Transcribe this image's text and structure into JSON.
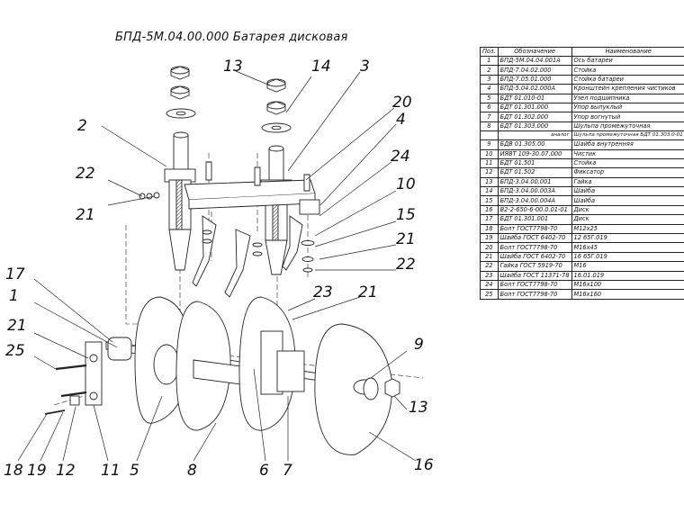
{
  "title": "БПД-5М.04.00.000 Батарея дисковая",
  "callouts": [
    {
      "id": "c13a",
      "text": "13"
    },
    {
      "id": "c14",
      "text": "14"
    },
    {
      "id": "c3",
      "text": "3"
    },
    {
      "id": "c20",
      "text": "20"
    },
    {
      "id": "c2",
      "text": "2"
    },
    {
      "id": "c4",
      "text": "4"
    },
    {
      "id": "c22a",
      "text": "22"
    },
    {
      "id": "c24",
      "text": "24"
    },
    {
      "id": "c10",
      "text": "10"
    },
    {
      "id": "c21a",
      "text": "21"
    },
    {
      "id": "c15",
      "text": "15"
    },
    {
      "id": "c21b",
      "text": "21"
    },
    {
      "id": "c22b",
      "text": "22"
    },
    {
      "id": "c17",
      "text": "17"
    },
    {
      "id": "c1",
      "text": "1"
    },
    {
      "id": "c23",
      "text": "23"
    },
    {
      "id": "c21c",
      "text": "21"
    },
    {
      "id": "c21d",
      "text": "21"
    },
    {
      "id": "c25",
      "text": "25"
    },
    {
      "id": "c9",
      "text": "9"
    },
    {
      "id": "c13b",
      "text": "13"
    },
    {
      "id": "c16",
      "text": "16"
    },
    {
      "id": "c18",
      "text": "18"
    },
    {
      "id": "c19",
      "text": "19"
    },
    {
      "id": "c12",
      "text": "12"
    },
    {
      "id": "c11",
      "text": "11"
    },
    {
      "id": "c5",
      "text": "5"
    },
    {
      "id": "c8",
      "text": "8"
    },
    {
      "id": "c6",
      "text": "6"
    },
    {
      "id": "c7",
      "text": "7"
    }
  ],
  "spec_table": {
    "headers": {
      "pos": "Поз.",
      "designation": "Обозначение",
      "name": "Наименование"
    },
    "rows": [
      {
        "pos": "1",
        "designation": "БПД-5М.04.04.001А",
        "name": "Ось батареи"
      },
      {
        "pos": "2",
        "designation": "БПД-7.04.02.000",
        "name": "Стойка"
      },
      {
        "pos": "3",
        "designation": "БПД-7.05.01.000",
        "name": "Стойка батареи"
      },
      {
        "pos": "4",
        "designation": "БПД-5.04.02.000А",
        "name": "Кронштейн крепления чистиков"
      },
      {
        "pos": "5",
        "designation": "БДТ 01.010-01",
        "name": "Узел подшипника"
      },
      {
        "pos": "6",
        "designation": "БДТ 01.301.000",
        "name": "Упор выпуклый"
      },
      {
        "pos": "7",
        "designation": "БДТ 01.302.000",
        "name": "Упор вогнутый"
      },
      {
        "pos": "8",
        "designation": "БДТ 01.303.000",
        "name": "Шульпа промежуточная"
      },
      {
        "pos": "",
        "designation": "аналог",
        "name": "Шульпа промежуточная БДТ 01.303.0-01",
        "sub": true
      },
      {
        "pos": "9",
        "designation": "БДВ 01.305.00",
        "name": "Шайба внутренняя"
      },
      {
        "pos": "10",
        "designation": "ИЯВТ 109-30.07.000",
        "name": "Чистик"
      },
      {
        "pos": "11",
        "designation": "БДТ 01.501",
        "name": "Стойка"
      },
      {
        "pos": "12",
        "designation": "БДТ 01.502",
        "name": "Фиксатор"
      },
      {
        "pos": "13",
        "designation": "БПД-3.04.00.001",
        "name": "Гайка"
      },
      {
        "pos": "14",
        "designation": "БПД-3.04.00.003А",
        "name": "Шайба"
      },
      {
        "pos": "15",
        "designation": "БПД-3.04.00.004А",
        "name": "Шайба"
      },
      {
        "pos": "16",
        "designation": "В2-2-650-6-00.0.01-01",
        "name": "Диск"
      },
      {
        "pos": "17",
        "designation": "БДТ 01.301.001",
        "name": "Диск"
      },
      {
        "pos": "18",
        "designation": "Болт ГОСТ7798-70",
        "name": "М12х25"
      },
      {
        "pos": "19",
        "designation": "Шайба ГОСТ 6402-70",
        "name": "12 65Г.019"
      },
      {
        "pos": "20",
        "designation": "Болт ГОСТ7798-70",
        "name": "М16х45"
      },
      {
        "pos": "21",
        "designation": "Шайба ГОСТ 6402-70",
        "name": "16 65Г.019"
      },
      {
        "pos": "22",
        "designation": "Гайка ГОСТ 5919-70",
        "name": "М16"
      },
      {
        "pos": "23",
        "designation": "Шайба ГОСТ 11371-78",
        "name": "16.01.019"
      },
      {
        "pos": "24",
        "designation": "Болт ГОСТ7798-70",
        "name": "М16х100"
      },
      {
        "pos": "25",
        "designation": "Болт ГОСТ7798-70",
        "name": "М16х160"
      }
    ]
  }
}
